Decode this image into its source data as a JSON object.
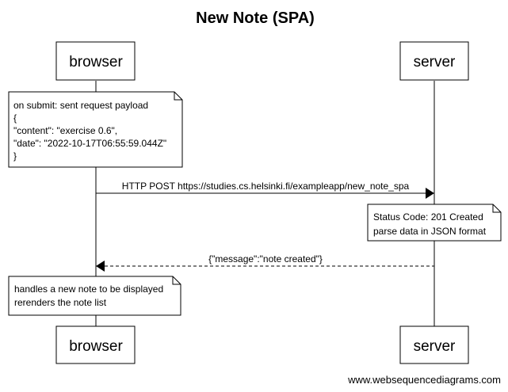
{
  "diagram": {
    "title": "New Note (SPA)",
    "participants": [
      {
        "id": "browser",
        "label": "browser"
      },
      {
        "id": "server",
        "label": "server"
      }
    ],
    "notes": [
      {
        "id": "note-submit",
        "over": "browser",
        "lines": [
          "on submit: sent request payload",
          "{",
          "\"content\": \"exercise 0.6\",",
          "\"date\": \"2022-10-17T06:55:59.044Z\"",
          "}"
        ]
      },
      {
        "id": "note-status",
        "over": "server",
        "lines": [
          "Status Code: 201 Created",
          "parse data in JSON format"
        ]
      },
      {
        "id": "note-render",
        "over": "browser",
        "lines": [
          "handles a new note to be displayed",
          "rerenders the note list"
        ]
      }
    ],
    "messages": [
      {
        "from": "browser",
        "to": "server",
        "style": "solid",
        "label": "HTTP POST https://studies.cs.helsinki.fi/exampleapp/new_note_spa"
      },
      {
        "from": "server",
        "to": "browser",
        "style": "dashed",
        "label": "{\"message\":\"note created\"}"
      }
    ],
    "footer": "www.websequencediagrams.com"
  }
}
